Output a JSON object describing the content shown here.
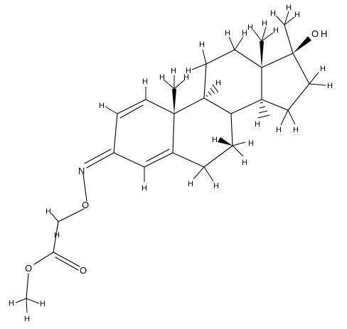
{
  "structure": {
    "atom_labels": {
      "N": "N",
      "O_oxime": "O",
      "O_ester_double": "O",
      "O_ester_single": "O",
      "O_hydroxyl": "O",
      "H_hydroxyl": "H",
      "H": "H"
    }
  }
}
